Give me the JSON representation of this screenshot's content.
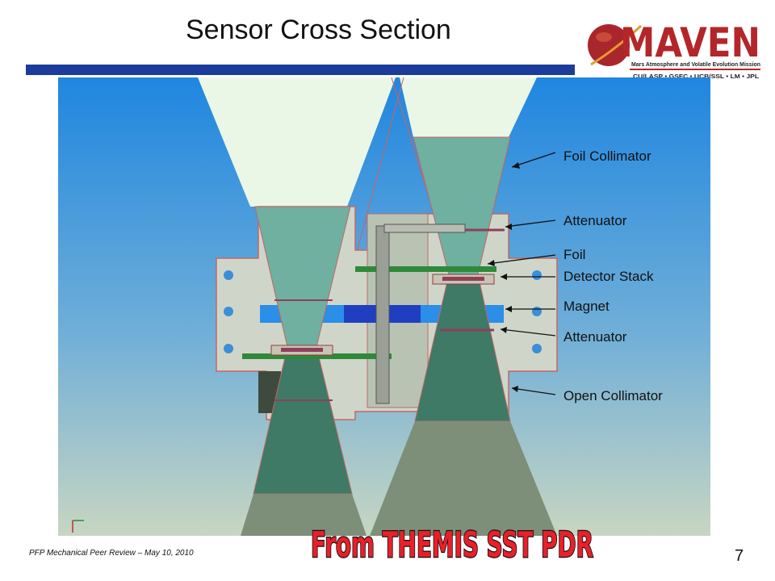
{
  "header": {
    "title": "Sensor Cross Section",
    "logo_text": "MAVEN",
    "logo_subtitle": "Mars Atmosphere and Volatile Evolution Mission",
    "logo_partners": "CU/LASP • GSFC • UCB/SSL • LM • JPL"
  },
  "labels": [
    "Foil Collimator",
    "Attenuator",
    "Foil",
    "Detector Stack",
    "Magnet",
    "Attenuator",
    "Open Collimator"
  ],
  "stamp_text": "From THEMIS SST PDR",
  "footer": {
    "text": "PFP Mechanical Peer Review – May 10, 2010",
    "page_number": "7"
  },
  "colors": {
    "header_bar": "#1c3c9b",
    "logo_red": "#b3262a",
    "stamp_red": "#e8202a",
    "background_top": "#1f86e0",
    "background_bottom": "#c7d6c2"
  }
}
